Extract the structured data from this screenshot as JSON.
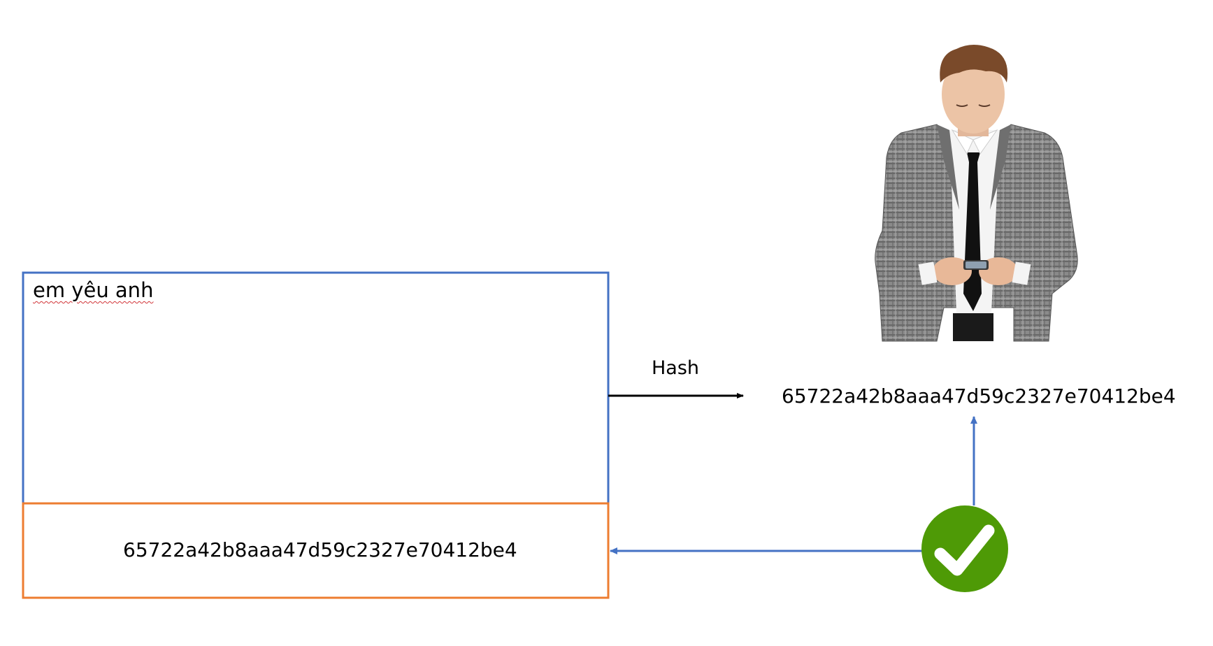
{
  "message": {
    "text": "em yêu anh"
  },
  "hash_step": {
    "label": "Hash"
  },
  "computed_hash": {
    "value": "65722a42b8aaa47d59c2327e70412be4"
  },
  "attached_hash": {
    "value": "65722a42b8aaa47d59c2327e70412be4"
  },
  "icons": {
    "person": "businessman-with-phone-icon",
    "verified": "green-checkmark-icon"
  },
  "colors": {
    "message_box": "#4472c4",
    "hash_box": "#ed7d31",
    "flow_arrow": "#4472c4",
    "hash_arrow": "#000000",
    "check_circle": "#4e9a06",
    "spellcheck_underline": "#d13438"
  }
}
